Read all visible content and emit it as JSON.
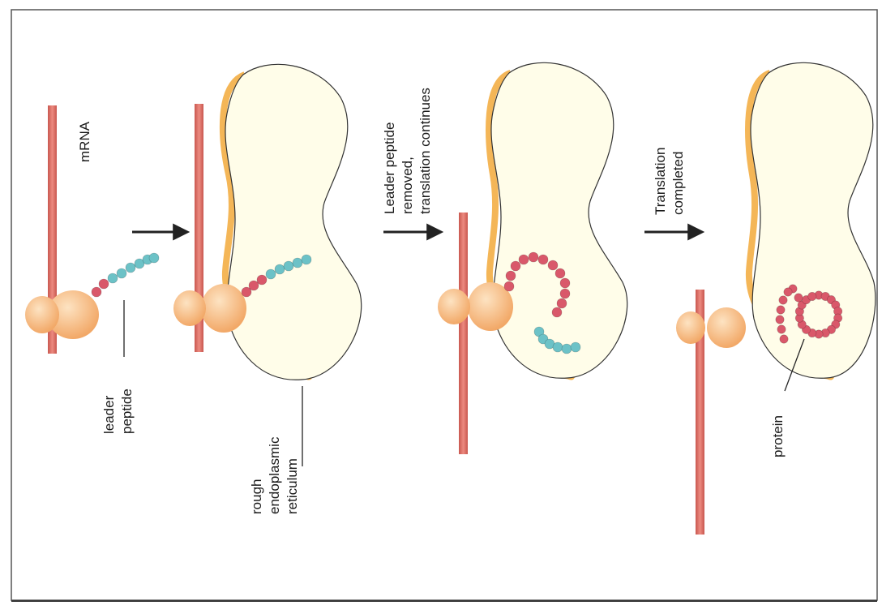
{
  "labels": {
    "mrna": "mRNA",
    "leader_peptide": [
      "leader",
      "peptide"
    ],
    "rough_er": [
      "rough",
      "endoplasmic",
      "reticulum"
    ],
    "step2": [
      "Leader peptide",
      "removed,",
      "translation continues"
    ],
    "step3": [
      "Translation",
      "completed"
    ],
    "protein": "protein"
  },
  "colors": {
    "mrna": "#e0786e",
    "ribosome": "#f4b97a",
    "er_fill": "#fffde9",
    "er_edge": "#f2a93a",
    "leader_bead": "#6cc2c7",
    "protein_bead": "#d9586a",
    "frame": "#555555"
  }
}
